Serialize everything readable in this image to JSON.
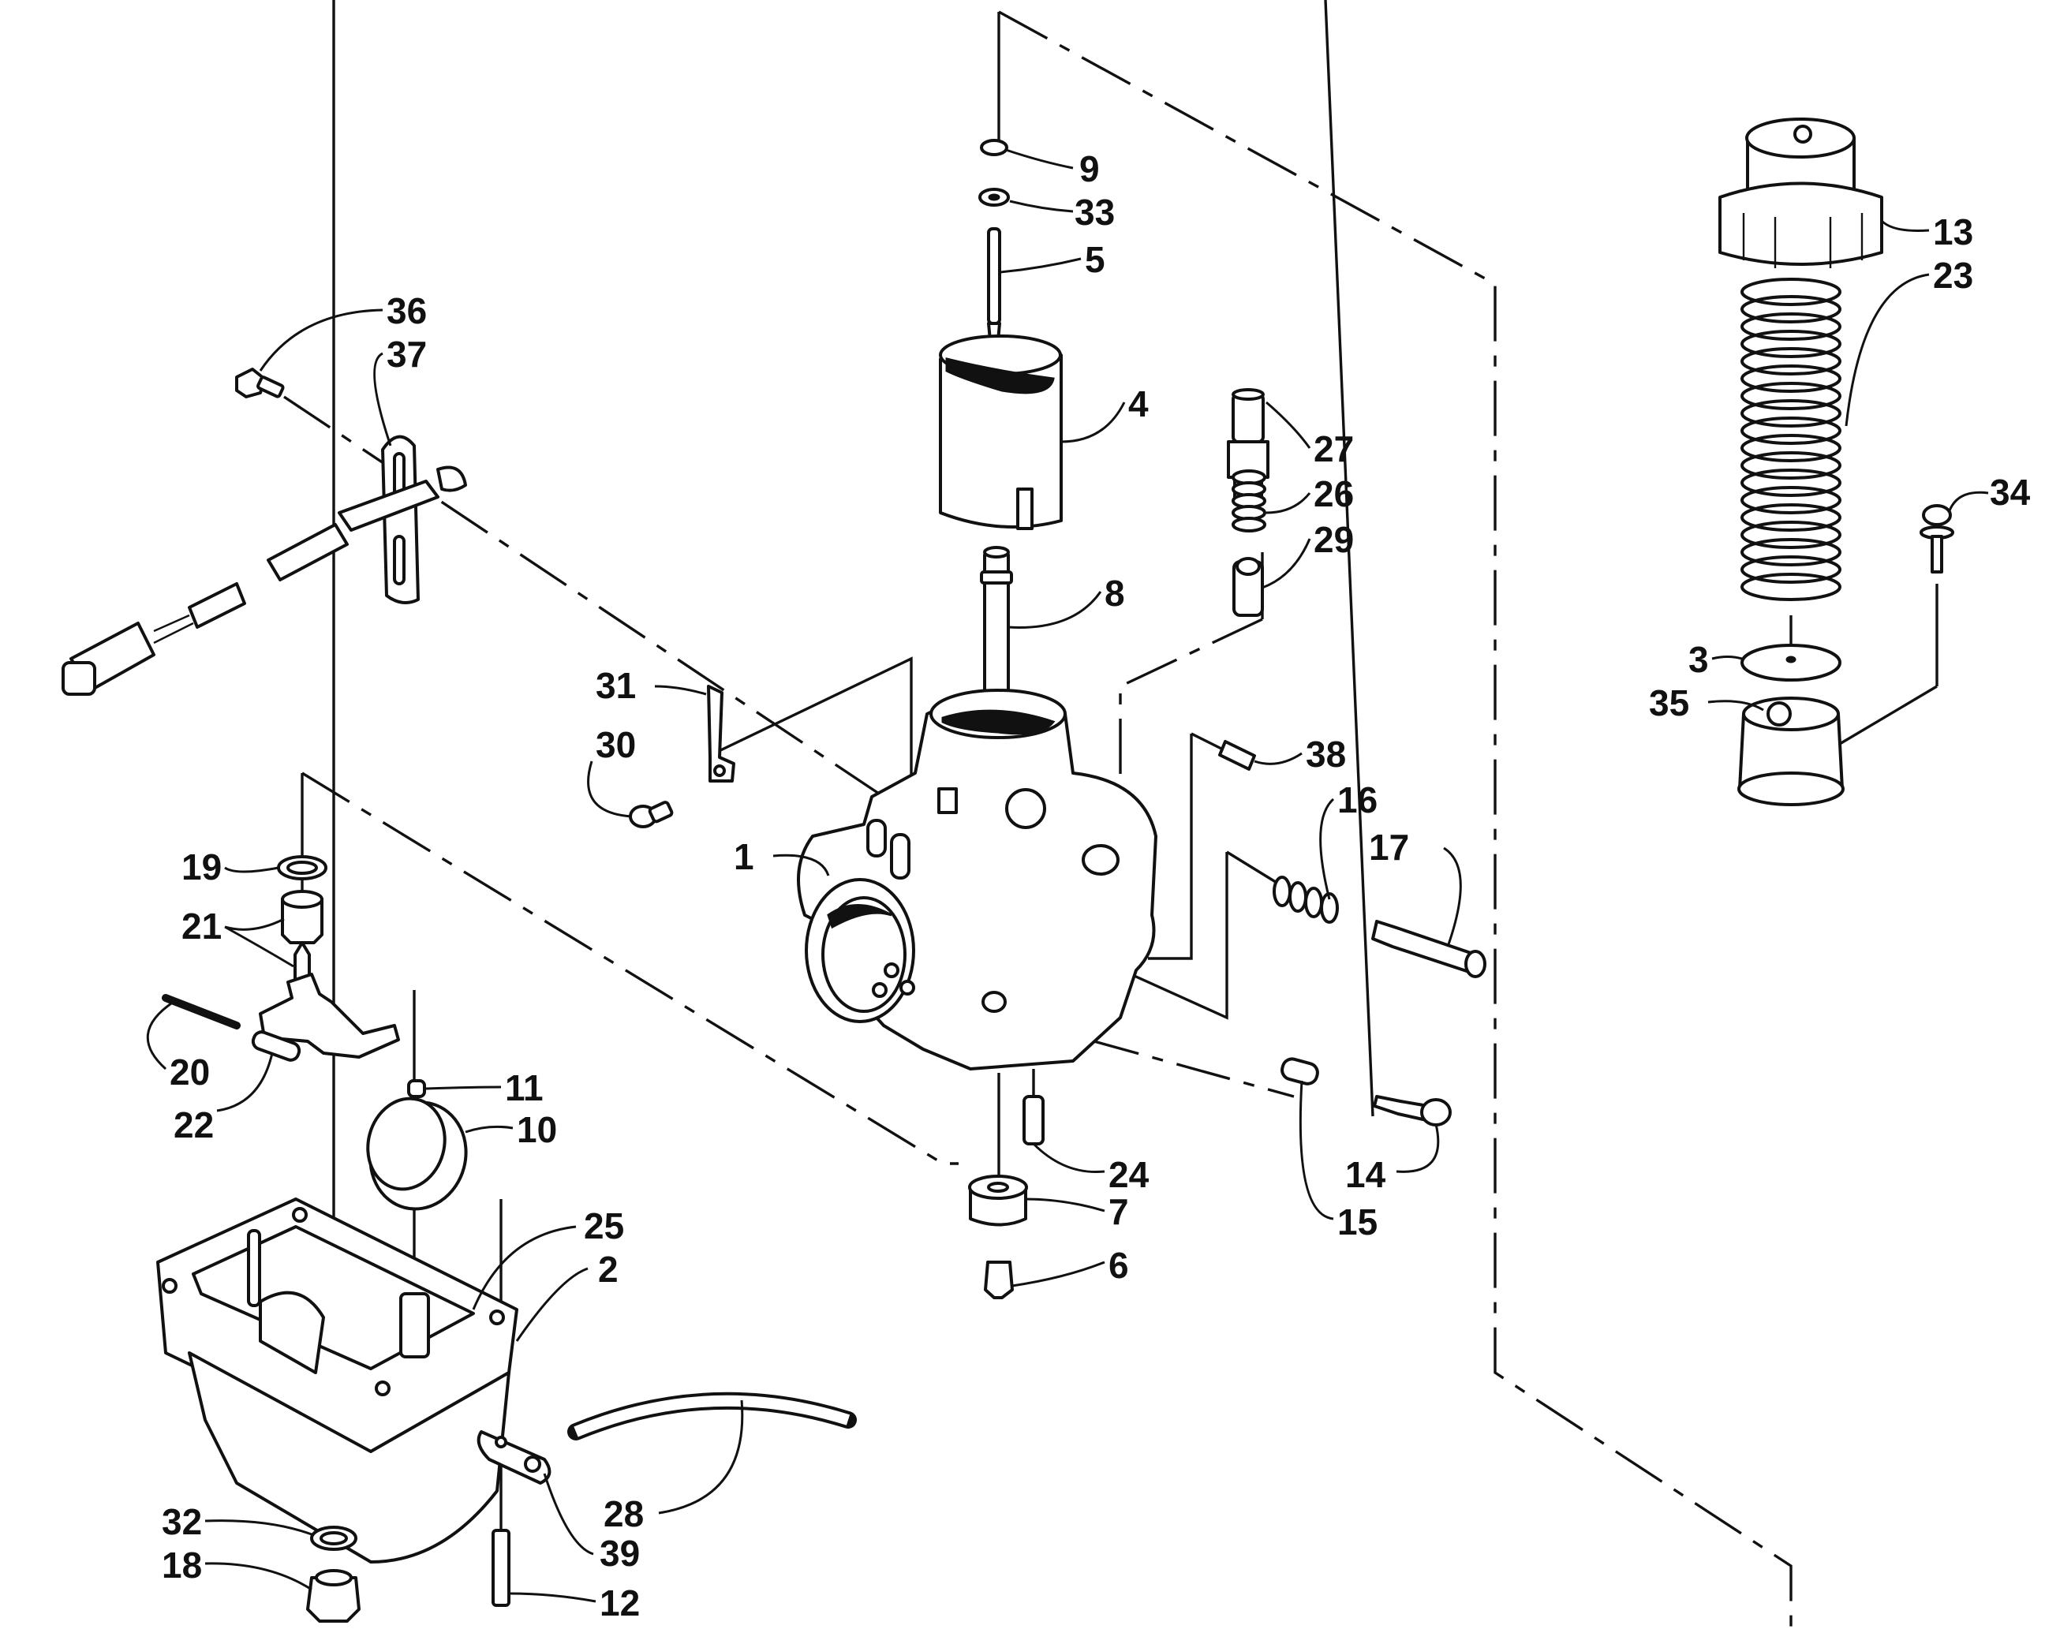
{
  "diagram": {
    "title": "Carburetor exploded parts diagram",
    "callouts": [
      {
        "id": "c1",
        "label": "1"
      },
      {
        "id": "c2",
        "label": "2"
      },
      {
        "id": "c3",
        "label": "3"
      },
      {
        "id": "c4",
        "label": "4"
      },
      {
        "id": "c5",
        "label": "5"
      },
      {
        "id": "c6",
        "label": "6"
      },
      {
        "id": "c7",
        "label": "7"
      },
      {
        "id": "c8",
        "label": "8"
      },
      {
        "id": "c9",
        "label": "9"
      },
      {
        "id": "c10",
        "label": "10"
      },
      {
        "id": "c11",
        "label": "11"
      },
      {
        "id": "c12",
        "label": "12"
      },
      {
        "id": "c13",
        "label": "13"
      },
      {
        "id": "c14",
        "label": "14"
      },
      {
        "id": "c15",
        "label": "15"
      },
      {
        "id": "c16",
        "label": "16"
      },
      {
        "id": "c17",
        "label": "17"
      },
      {
        "id": "c18",
        "label": "18"
      },
      {
        "id": "c19",
        "label": "19"
      },
      {
        "id": "c20",
        "label": "20"
      },
      {
        "id": "c21",
        "label": "21"
      },
      {
        "id": "c22",
        "label": "22"
      },
      {
        "id": "c23",
        "label": "23"
      },
      {
        "id": "c24",
        "label": "24"
      },
      {
        "id": "c25",
        "label": "25"
      },
      {
        "id": "c26",
        "label": "26"
      },
      {
        "id": "c27",
        "label": "27"
      },
      {
        "id": "c28",
        "label": "28"
      },
      {
        "id": "c29",
        "label": "29"
      },
      {
        "id": "c30",
        "label": "30"
      },
      {
        "id": "c31",
        "label": "31"
      },
      {
        "id": "c32",
        "label": "32"
      },
      {
        "id": "c33",
        "label": "33"
      },
      {
        "id": "c34",
        "label": "34"
      },
      {
        "id": "c35",
        "label": "35"
      },
      {
        "id": "c36",
        "label": "36"
      },
      {
        "id": "c37",
        "label": "37"
      },
      {
        "id": "c38",
        "label": "38"
      },
      {
        "id": "c39",
        "label": "39"
      }
    ],
    "colors": {
      "ink": "#111111",
      "background": "#ffffff"
    }
  }
}
